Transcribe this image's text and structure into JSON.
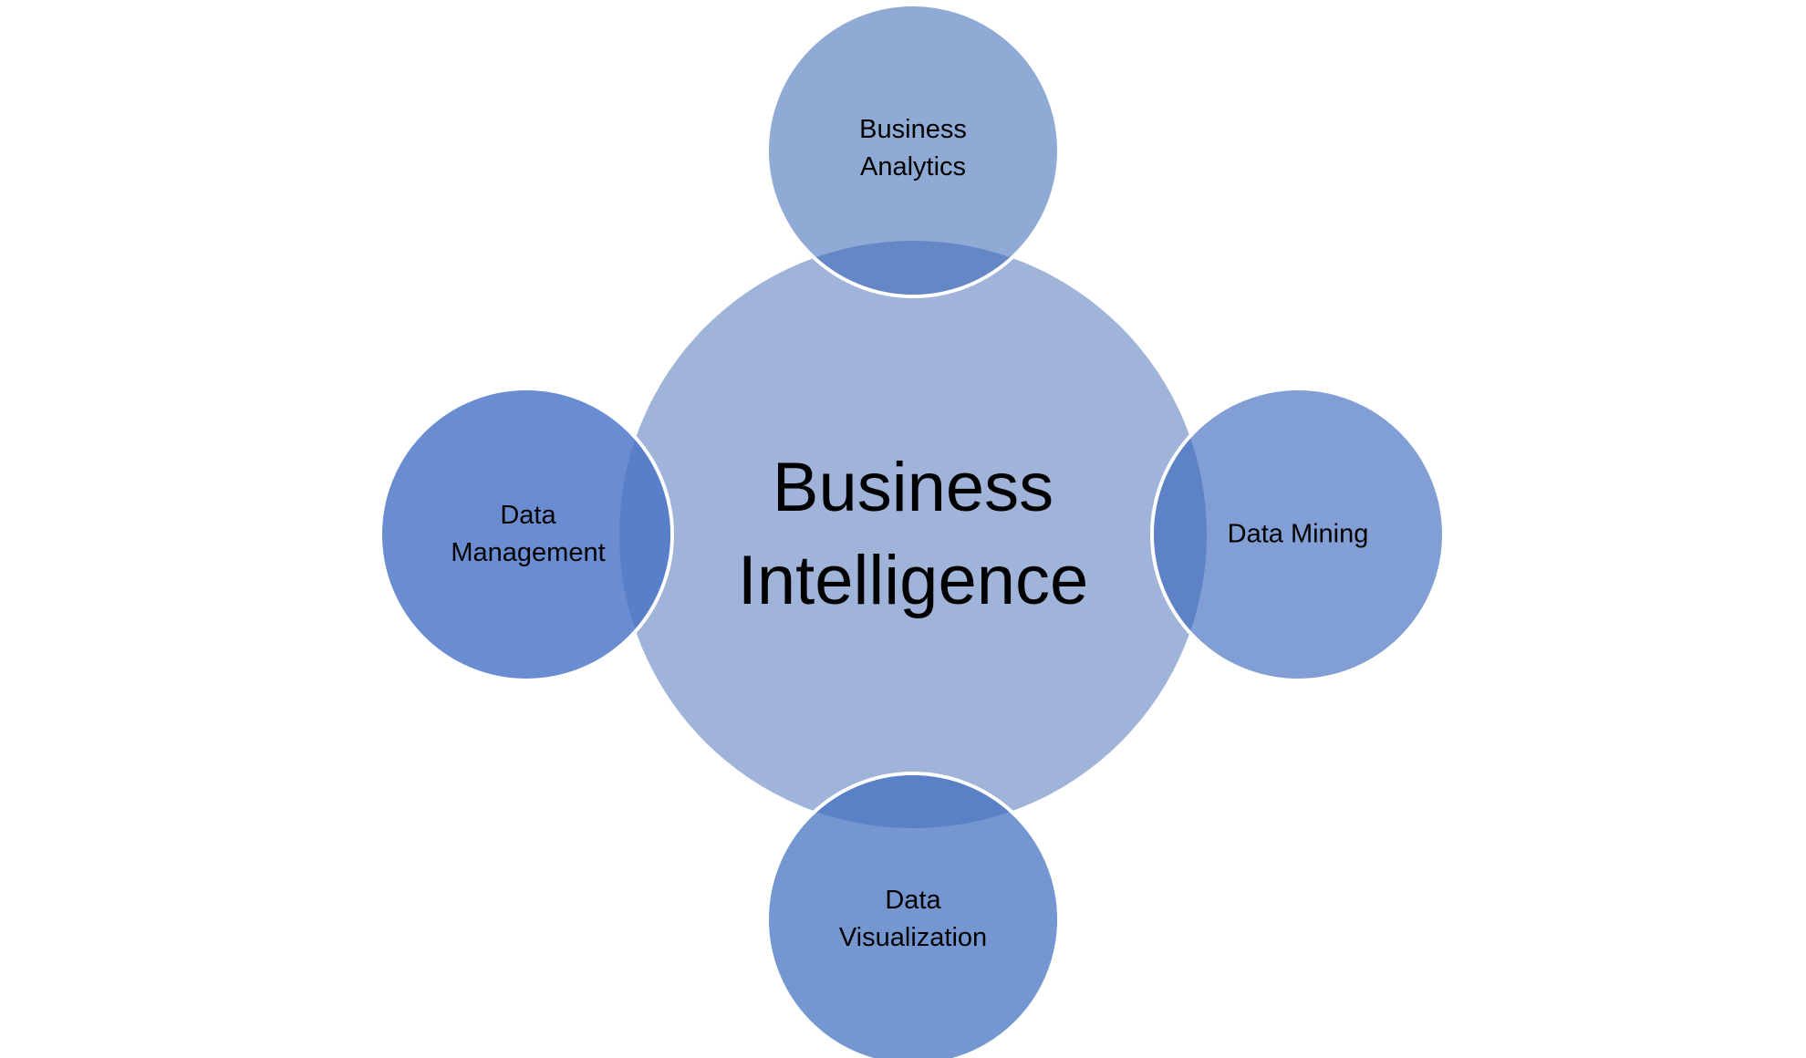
{
  "diagram": {
    "type": "radial hub-and-spoke",
    "colors": {
      "background": "#ffffff",
      "center_fill": "#A0B4DA",
      "top_fill": "#8FAAD5",
      "right_fill": "#819FD4",
      "bottom_fill": "#7597D1",
      "left_fill": "#6A8CD1",
      "overlap_fill": "#5A80C8",
      "stroke": "#ffffff",
      "text": "#000000"
    },
    "center": {
      "line1": "Business",
      "line2": "Intelligence"
    },
    "nodes": [
      {
        "position": "top",
        "line1": "Business",
        "line2": "Analytics"
      },
      {
        "position": "right",
        "line1": "Data Mining",
        "line2": ""
      },
      {
        "position": "bottom",
        "line1": "Data",
        "line2": "Visualization"
      },
      {
        "position": "left",
        "line1": "Data",
        "line2": "Management"
      }
    ]
  }
}
